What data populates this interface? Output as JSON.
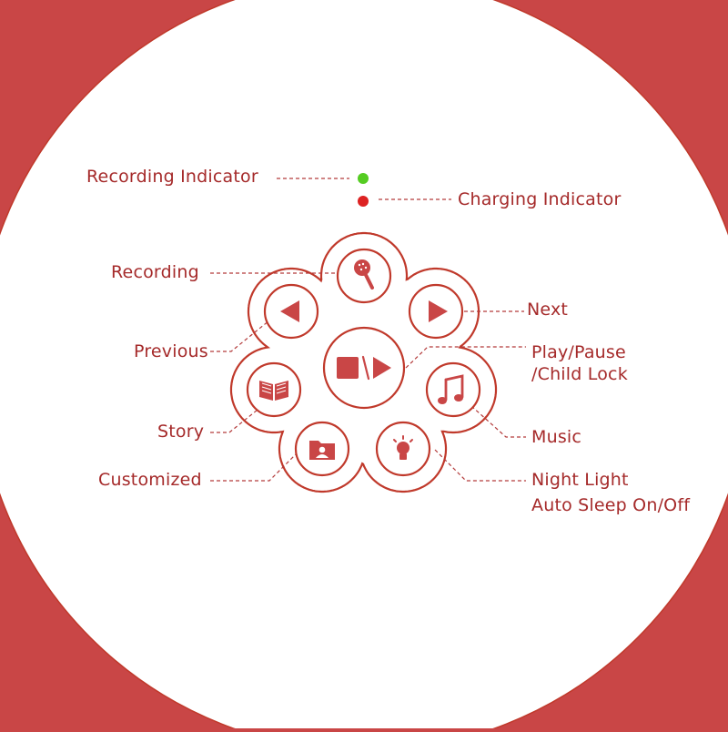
{
  "colors": {
    "background": "#c94646",
    "disc": "#ffffff",
    "accent": "#c0392b",
    "text": "#a52a2a",
    "recording_led": "#55cc22",
    "charging_led": "#dd2222"
  },
  "indicators": {
    "recording": {
      "label": "Recording Indicator",
      "color": "green"
    },
    "charging": {
      "label": "Charging Indicator",
      "color": "red"
    }
  },
  "buttons": {
    "recording": {
      "label": "Recording",
      "icon": "microphone-icon"
    },
    "next": {
      "label": "Next",
      "icon": "play-triangle-icon"
    },
    "previous": {
      "label": "Previous",
      "icon": "reverse-triangle-icon"
    },
    "play_pause": {
      "label_line1": "Play/Pause",
      "label_line2": "/Child Lock",
      "icon": "play-pause-icon"
    },
    "story": {
      "label": "Story",
      "icon": "book-icon"
    },
    "music": {
      "label": "Music",
      "icon": "music-note-icon"
    },
    "customized": {
      "label": "Customized",
      "icon": "folder-user-icon"
    },
    "night_light": {
      "label_line1": "Night Light",
      "label_line2": "Auto Sleep On/Off",
      "icon": "light-bulb-icon"
    }
  }
}
